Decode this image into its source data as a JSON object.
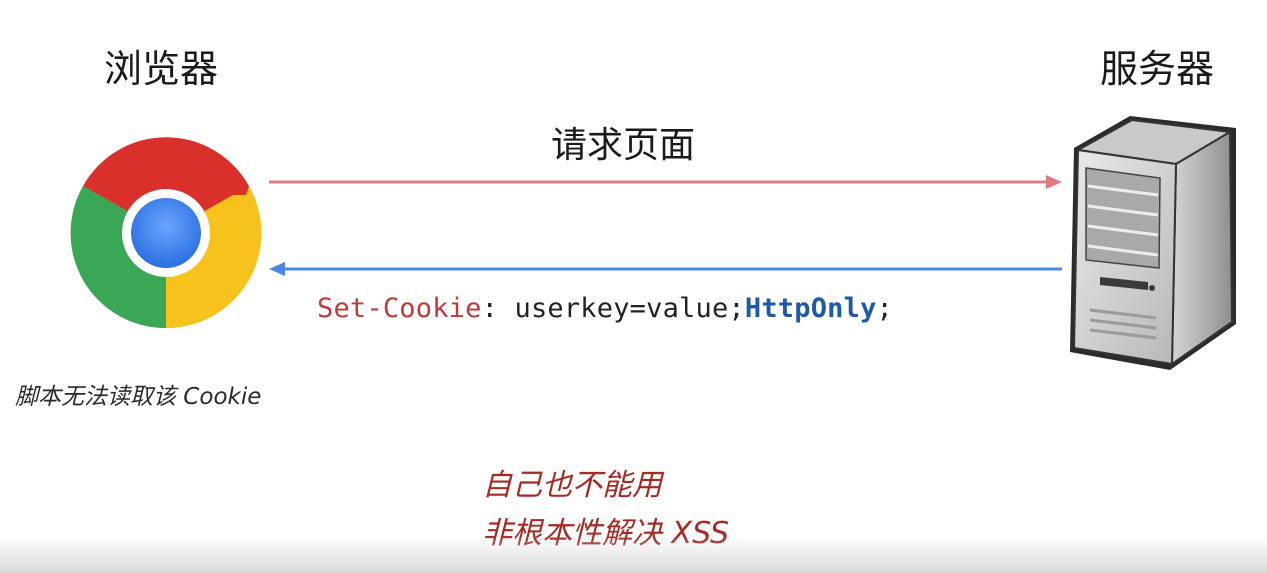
{
  "browser": {
    "title": "浏览器",
    "icon": "chrome-browser-icon",
    "note": "脚本无法读取该 Cookie"
  },
  "server": {
    "title": "服务器",
    "icon": "server-tower-icon"
  },
  "request": {
    "label": "请求页面",
    "color": "#e07b80"
  },
  "response": {
    "header_name": "Set-Cookie",
    "separator": ": ",
    "header_value": "userkey=value;",
    "flag": "HttpOnly",
    "terminator": ";",
    "color": "#4a86e8"
  },
  "notes": {
    "line1": "自己也不能用",
    "line2": "非根本性解决 XSS",
    "color": "#a52a25"
  }
}
